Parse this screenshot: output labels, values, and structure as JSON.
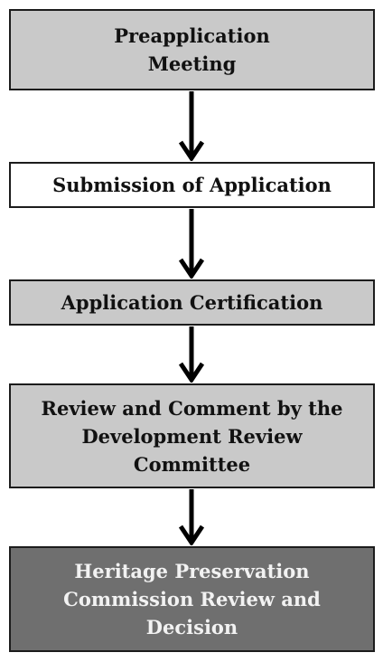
{
  "steps": [
    {
      "label": "Preapplication\nMeeting",
      "fill": "#c9c9c9"
    },
    {
      "label": "Submission of Application",
      "fill": "#ffffff"
    },
    {
      "label": "Application Certification",
      "fill": "#c9c9c9"
    },
    {
      "label": "Review and Comment by the\nDevelopment Review\nCommittee",
      "fill": "#c9c9c9"
    },
    {
      "label": "Heritage Preservation\nCommission Review and\nDecision",
      "fill": "#6f6f6f"
    }
  ]
}
